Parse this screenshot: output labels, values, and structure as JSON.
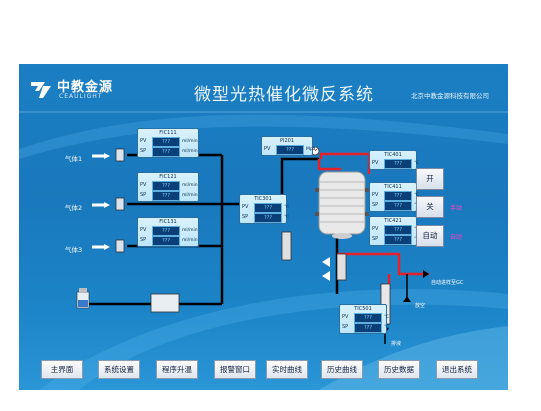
{
  "header": {
    "logo_cn": "中教金源",
    "logo_en": "CEAULIGHT",
    "title": "微型光热催化微反系统",
    "company": "北京中教金源科技有限公司"
  },
  "gas_lines": [
    {
      "label": "气体1"
    },
    {
      "label": "气体2"
    },
    {
      "label": "气体3"
    }
  ],
  "flow_controllers": [
    {
      "tag": "FIC111",
      "pv": "???",
      "sp": "???",
      "unit": "ml/min"
    },
    {
      "tag": "FIC121",
      "pv": "???",
      "sp": "???",
      "unit": "ml/min"
    },
    {
      "tag": "FIC131",
      "pv": "???",
      "sp": "???",
      "unit": "ml/min"
    }
  ],
  "instruments": {
    "pi201": {
      "tag": "PI201",
      "pv": "???",
      "unit": "Mpa"
    },
    "tic301": {
      "tag": "TIC301",
      "pv": "???",
      "sp": "???",
      "unit": "℃"
    },
    "tic401": {
      "tag": "TIC401",
      "pv": "???",
      "unit": "℃"
    },
    "tic411": {
      "tag": "TIC411",
      "pv": "???",
      "sp": "???",
      "unit": "℃"
    },
    "tic421": {
      "tag": "TIC421",
      "pv": "???",
      "sp": "???",
      "unit": "℃"
    },
    "tic501": {
      "tag": "TIC501",
      "pv": "???",
      "sp": "???",
      "unit": "℃"
    }
  },
  "controls": {
    "open": "开",
    "close": "关",
    "auto": "自动",
    "note_close": "手动",
    "note_auto": "自动"
  },
  "labels": {
    "to_analyzer": "自动进样至GC",
    "vent": "放空",
    "drain": "排液"
  },
  "nav": [
    "主界面",
    "系统设置",
    "程序升温",
    "报警窗口",
    "实时曲线",
    "历史曲线",
    "历史数据",
    "退出系统"
  ],
  "colors": {
    "background": "#1b7fc3",
    "pipe_black": "#000000",
    "pipe_red": "#e8202a",
    "panel": "#bfe6fb"
  }
}
